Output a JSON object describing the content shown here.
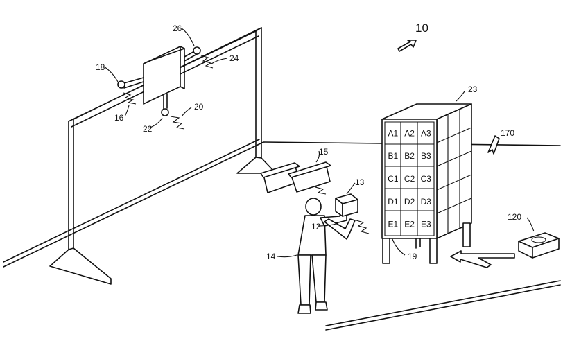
{
  "figure": {
    "labels": {
      "system": "10",
      "person_tag": "12",
      "item": "13",
      "person": "14",
      "totes": "15",
      "beam_signal": "16",
      "sensor_left": "18",
      "rack_base": "19",
      "scanner_signal": "20",
      "scanner": "22",
      "rack": "23",
      "trolley_signal": "24",
      "trolley": "26",
      "device": "120",
      "floor_marker": "170"
    },
    "rack_cells": [
      [
        "A1",
        "A2",
        "A3"
      ],
      [
        "B1",
        "B2",
        "B3"
      ],
      [
        "C1",
        "C2",
        "C3"
      ],
      [
        "D1",
        "D2",
        "D3"
      ],
      [
        "E1",
        "E2",
        "E3"
      ]
    ]
  }
}
